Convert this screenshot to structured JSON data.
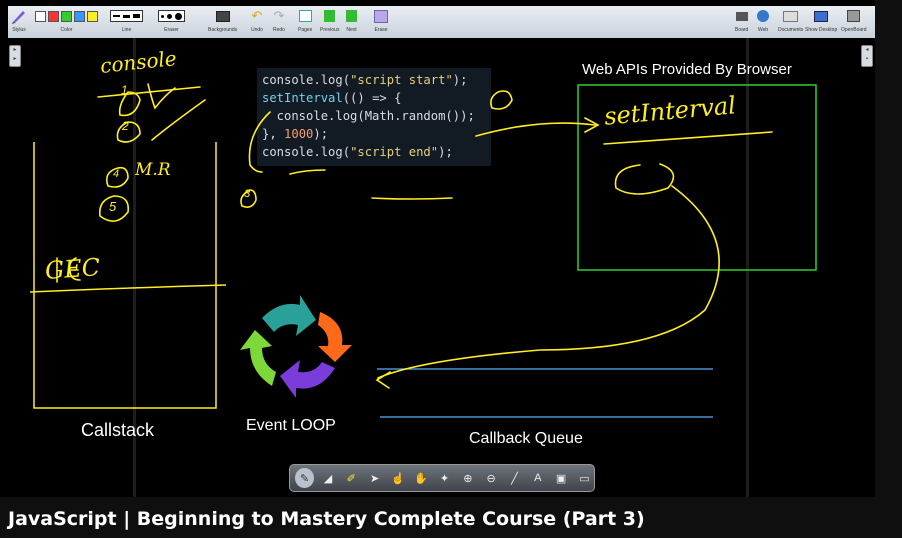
{
  "toolbar": {
    "items": [
      {
        "label": "Stylus"
      },
      {
        "label": "Color"
      },
      {
        "label": "Line"
      },
      {
        "label": "Eraser"
      },
      {
        "label": "Backgrounds"
      },
      {
        "label": "Undo"
      },
      {
        "label": "Redo"
      },
      {
        "label": "Pages"
      },
      {
        "label": "Previous"
      },
      {
        "label": "Next"
      },
      {
        "label": "Erase"
      }
    ],
    "right_items": [
      {
        "label": "Board"
      },
      {
        "label": "Web"
      },
      {
        "label": "Documents"
      },
      {
        "label": "Show Desktop"
      },
      {
        "label": "OpenBoard"
      }
    ],
    "colors": [
      "#ffffff",
      "#ff3333",
      "#33cc33",
      "#3399ff",
      "#ffee22"
    ]
  },
  "code": {
    "line1_fn": "console.log(",
    "line1_str": "\"script start\"",
    "line1_end": ");",
    "line2_kw": "setInterval",
    "line2_rest": "(() => {",
    "line3_fn": "  console.log(Math.random());",
    "line4_a": "}, ",
    "line4_num": "1000",
    "line4_b": ");",
    "line5_fn": "console.log(",
    "line5_str": "\"script end\"",
    "line5_end": ");"
  },
  "labels": {
    "web_apis": "Web APIs Provided By Browser",
    "callstack": "Callstack",
    "event_loop": "Event LOOP",
    "callback_queue": "Callback Queue"
  },
  "handwriting": {
    "console": "console",
    "set_interval": "setInterval",
    "gec": "GEC",
    "math_random": "M.R",
    "one": "1",
    "two": "2",
    "three": "3",
    "four": "4",
    "five": "5"
  },
  "palette": {
    "tools": [
      "pen-icon",
      "eraser-icon",
      "marker-icon",
      "pointer-icon",
      "hand-icon",
      "move-icon",
      "laser-icon",
      "zoom-in-icon",
      "zoom-out-icon",
      "line-icon",
      "text-icon",
      "capture-icon",
      "screen-icon"
    ]
  },
  "accent": {
    "ink": "#ffee22",
    "box": "#33cc33",
    "queue": "#4a8fd0"
  },
  "video_title": "JavaScript | Beginning to Mastery Complete Course (Part 3)"
}
